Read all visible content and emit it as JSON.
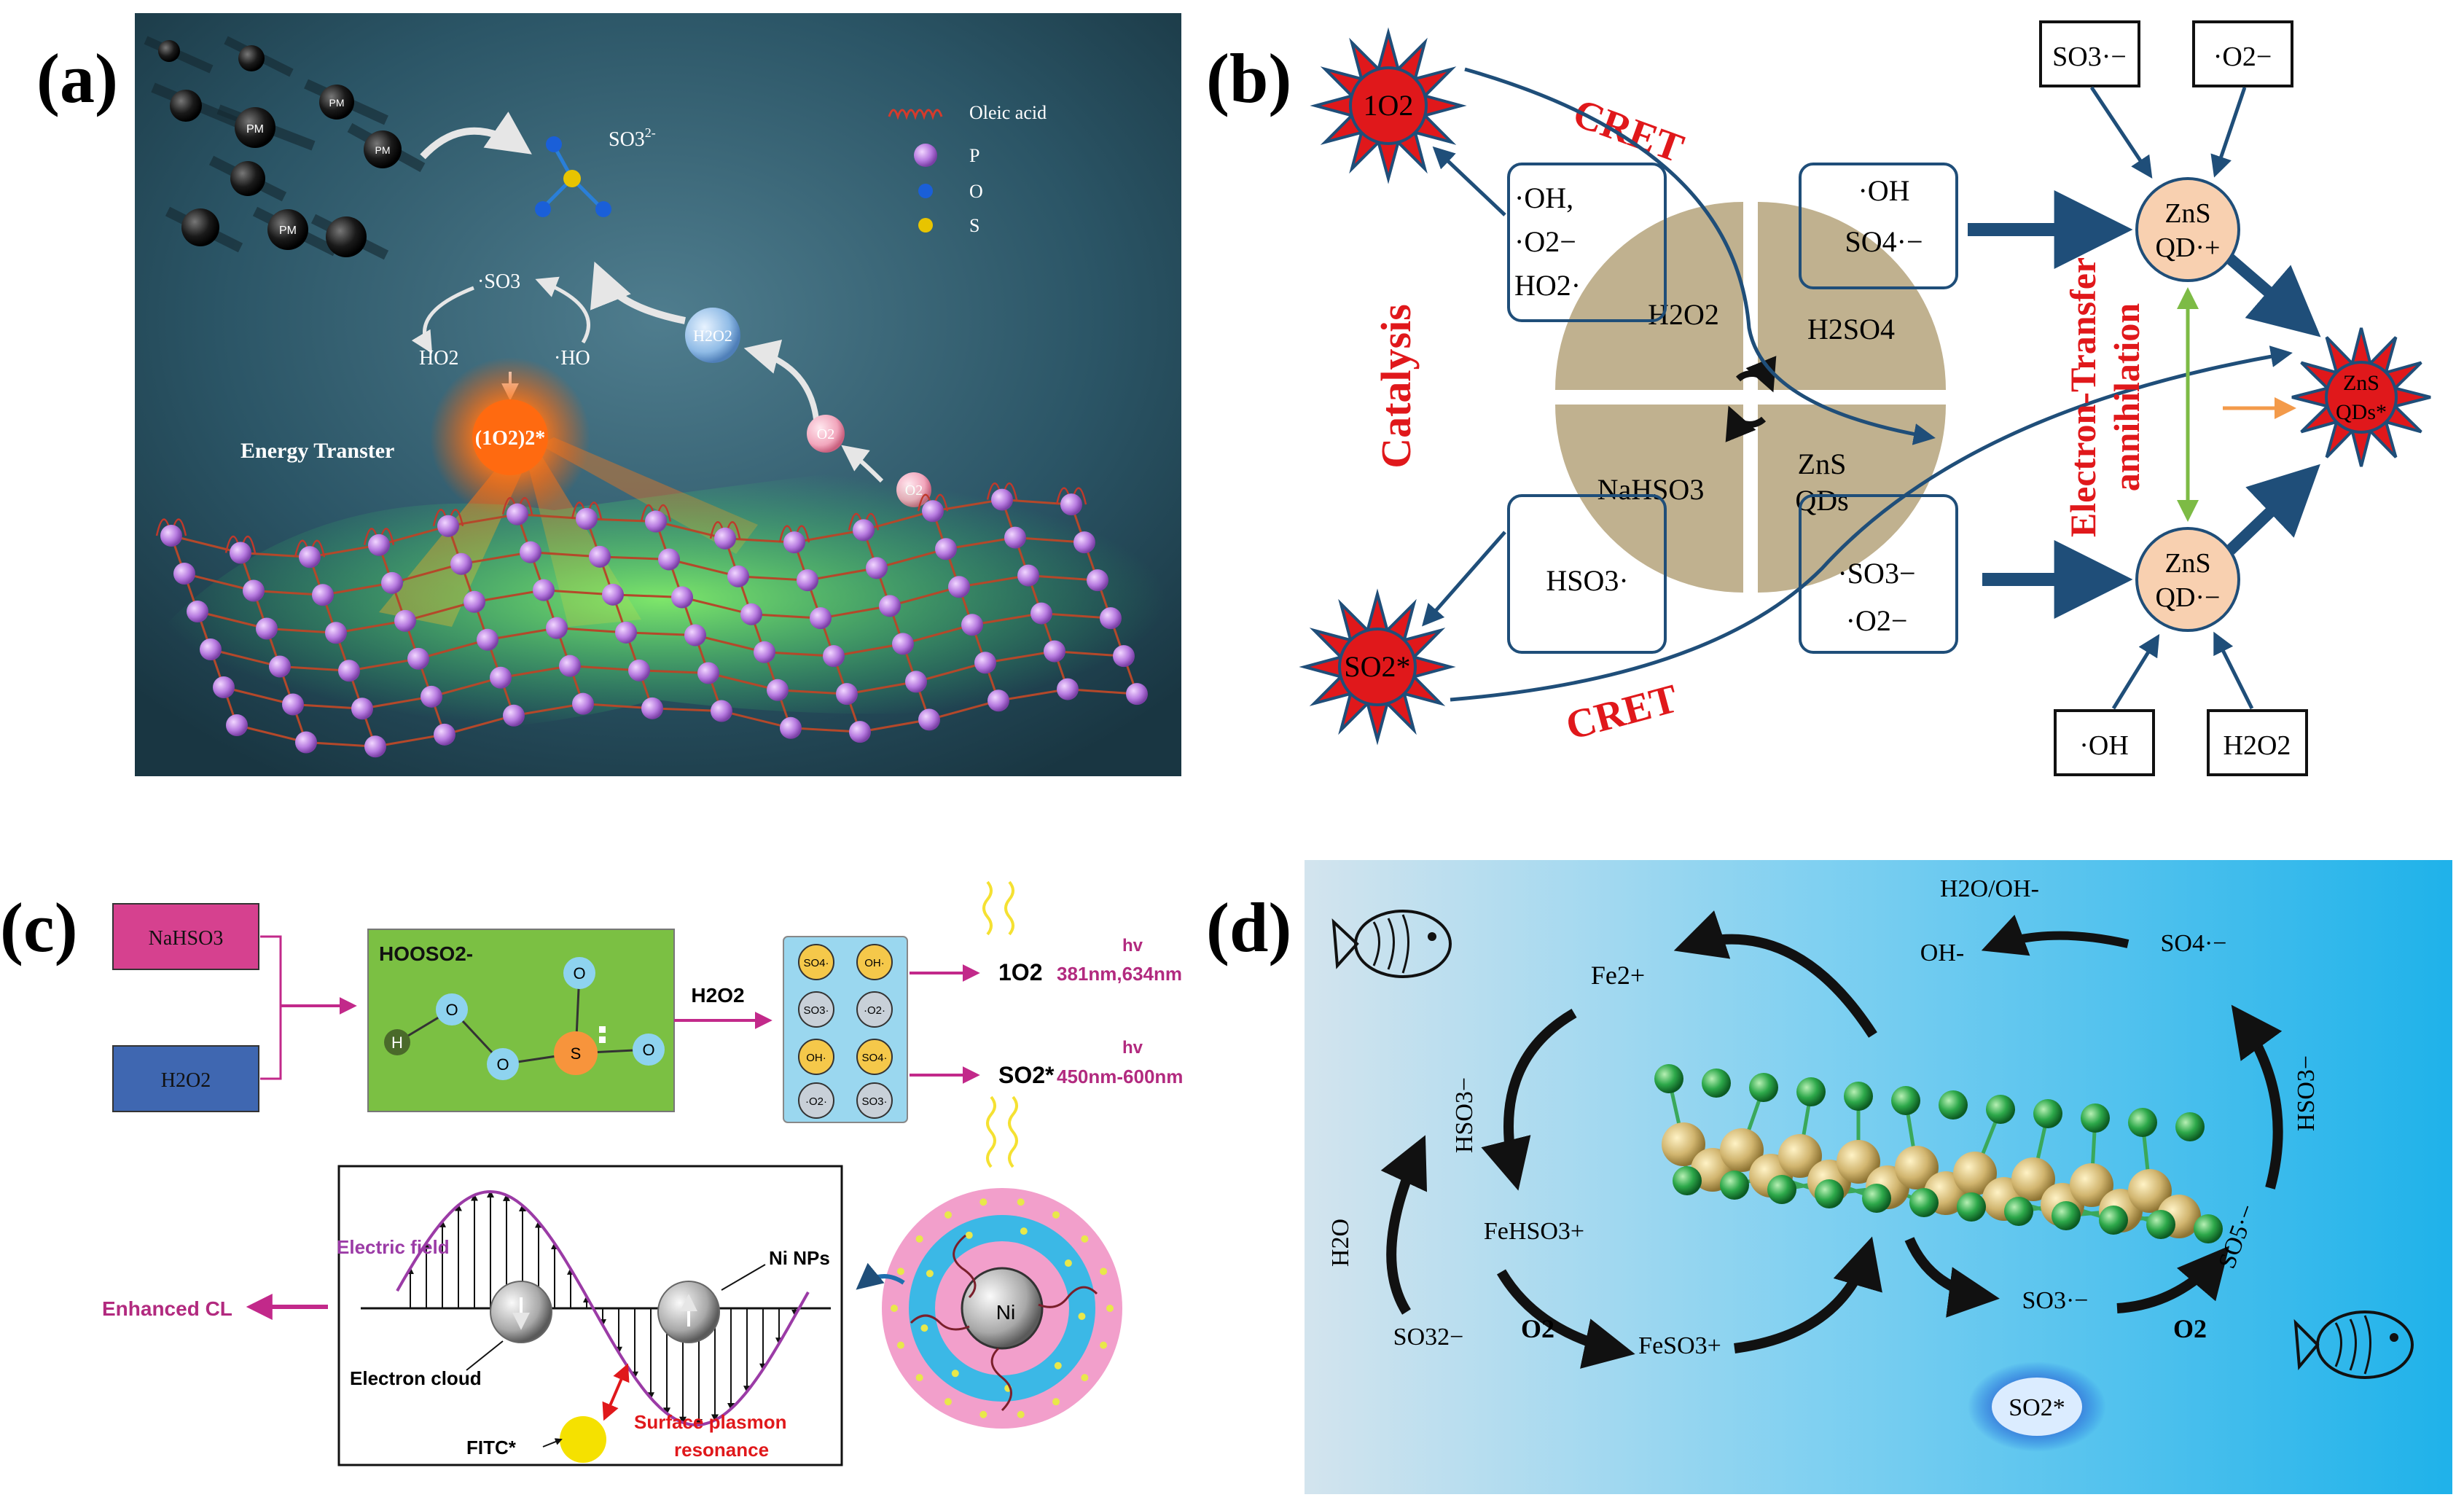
{
  "panels": {
    "a": {
      "label": "(a)",
      "so3_2minus": "SO3",
      "so3_2minus_sup": "2-",
      "legend": {
        "oleic": "Oleic acid",
        "p": "P",
        "o": "O",
        "s": "S"
      },
      "so3_radical": "·SO3",
      "ho2": "HO2",
      "ho": "·HO",
      "h2o2": "H2O2",
      "o2_minus": "O2",
      "o2": "O2",
      "singlet_pair": "(1O2)2*",
      "energy_transfer": "Energy Transter",
      "pm_label": "PM"
    },
    "b": {
      "label": "(b)",
      "cret_top": "CRET",
      "cret_bottom": "CRET",
      "catalysis": "Catalysis",
      "annihilation_1": "Electron-Transfer",
      "annihilation_2": "annihilation",
      "star_top_left": "1O2",
      "star_bottom_left": "SO2*",
      "star_right_1": "ZnS",
      "star_right_2": "QDs*",
      "box_tl": [
        "·OH,",
        "·O2−",
        "HO2·"
      ],
      "box_tr": [
        "·OH",
        "SO4·−"
      ],
      "box_bl": [
        "HSO3·"
      ],
      "box_br": [
        "·SO3−",
        "·O2−"
      ],
      "quad_tl": "H2O2",
      "quad_tr": "H2SO4",
      "quad_bl": "NaHSO3",
      "quad_br_1": "ZnS",
      "quad_br_2": "QDs",
      "zns_plus_1": "ZnS",
      "zns_plus_2": "QD·+",
      "zns_minus_1": "ZnS",
      "zns_minus_2": "QD·−",
      "top_box_1": "SO3·−",
      "top_box_2": "·O2−",
      "bottom_box_1": "·OH",
      "bottom_box_2": "H2O2"
    },
    "c": {
      "label": "(c)",
      "nahso3": "NaHSO3",
      "h2o2": "H2O2",
      "intermediate": "HOOSO2-",
      "h2o2_arrow": "H2O2",
      "atom_h": "H",
      "atom_o": "O",
      "atom_s": "S",
      "ox_labels": [
        "SO4·",
        "OH·",
        "SO3·",
        "·O2·",
        "OH·",
        "SO4·",
        "·O2·",
        "SO3·"
      ],
      "o2_singlet": "1O2",
      "o2_wavelength": "381nm,634nm",
      "so2_star": "SO2*",
      "so2_wavelength": "450nm-600nm",
      "hv_1": "hv",
      "hv_2": "hv",
      "enhanced_cl": "Enhanced CL",
      "electric_field": "Electric field",
      "ni_nps": "Ni NPs",
      "electron_cloud": "Electron cloud",
      "fitc": "FITC*",
      "spr_1": "Surface plasmon",
      "spr_2": "resonance",
      "ni": "Ni"
    },
    "d": {
      "label": "(d)",
      "h2o_oh": "H2O/OH-",
      "oh_minus": "OH-",
      "so4_radical": "SO4·−",
      "fe2": "Fe2+",
      "hso3_left": "HSO3−",
      "hso3_right": "HSO3−",
      "h2o": "H2O",
      "fehso3": "FeHSO3+",
      "so3_2minus": "SO32−",
      "o2_left": "O2",
      "feso3": "FeSO3+",
      "so3_radical": "SO3·−",
      "o2_right": "O2",
      "so5_radical": "SO5·−",
      "so2_star": "SO2*"
    }
  },
  "colors": {
    "navy": "#1f4e79",
    "red": "#e0181b",
    "khaki": "#c0b18f",
    "zns_fill": "#f8d0b0",
    "magenta": "#c2298a",
    "green_panel": "#7bc043",
    "cyan": "#3fb8e8"
  }
}
